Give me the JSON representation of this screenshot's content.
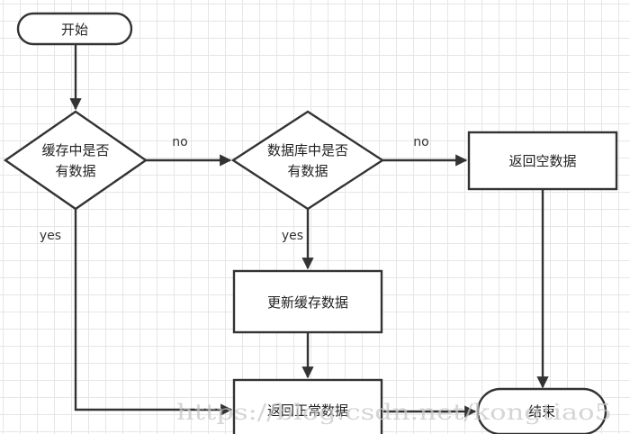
{
  "nodes": {
    "start": "开始",
    "cache_check": [
      "缓存中是否",
      "有数据"
    ],
    "db_check": [
      "数据库中是否",
      "有数据"
    ],
    "return_empty": "返回空数据",
    "update_cache": "更新缓存数据",
    "return_normal": "返回正常数据",
    "end": "结束"
  },
  "edges": {
    "cache_no": "no",
    "db_no": "no",
    "cache_yes": "yes",
    "db_yes": "yes"
  },
  "watermark": "https://blog.csdn.net/kongtiao5",
  "colors": {
    "stroke": "#333333",
    "grid": "#e6e6e6",
    "fill": "#ffffff",
    "watermark": "#c8c8c8"
  }
}
